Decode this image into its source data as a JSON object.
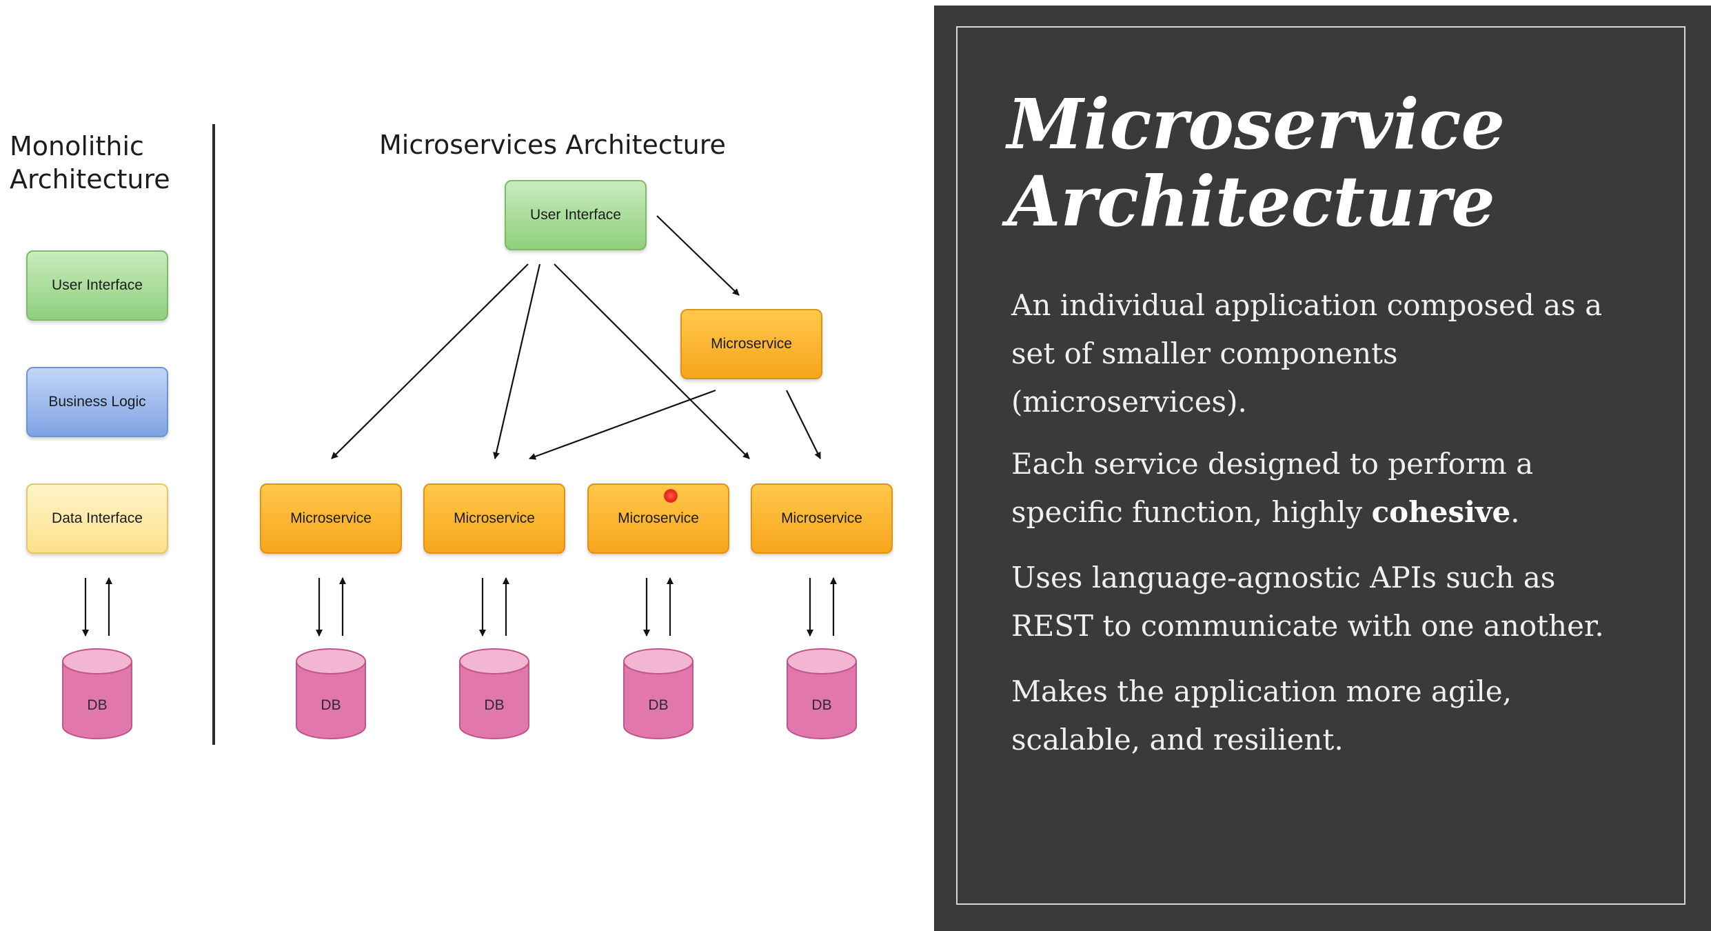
{
  "monolithic": {
    "title_line1": "Monolithic",
    "title_line2": "Architecture",
    "layers": [
      "User Interface",
      "Business Logic",
      "Data Interface"
    ],
    "db_label": "DB"
  },
  "microservices": {
    "title": "Microservices Architecture",
    "ui_label": "User Interface",
    "top_service_label": "Microservice",
    "service_labels": [
      "Microservice",
      "Microservice",
      "Microservice",
      "Microservice"
    ],
    "db_labels": [
      "DB",
      "DB",
      "DB",
      "DB"
    ]
  },
  "panel": {
    "title_line1": "Microservice",
    "title_line2": "Architecture",
    "para1": "An individual application composed as a set of smaller components (microservices).",
    "para2_before": "Each service designed to perform a specific function, highly ",
    "para2_bold": "cohesive",
    "para2_after": ".",
    "para3": "Uses language-agnostic APIs such as REST to communicate with one another.",
    "para4": "Makes the application more agile, scalable, and resilient."
  },
  "colors": {
    "panel_bg": "#3a3a3a",
    "ui_green": "#8fd07d",
    "logic_blue": "#7ea3e3",
    "data_yellow": "#fde08c",
    "service_orange": "#f7a51c",
    "db_pink": "#e06aa3"
  }
}
